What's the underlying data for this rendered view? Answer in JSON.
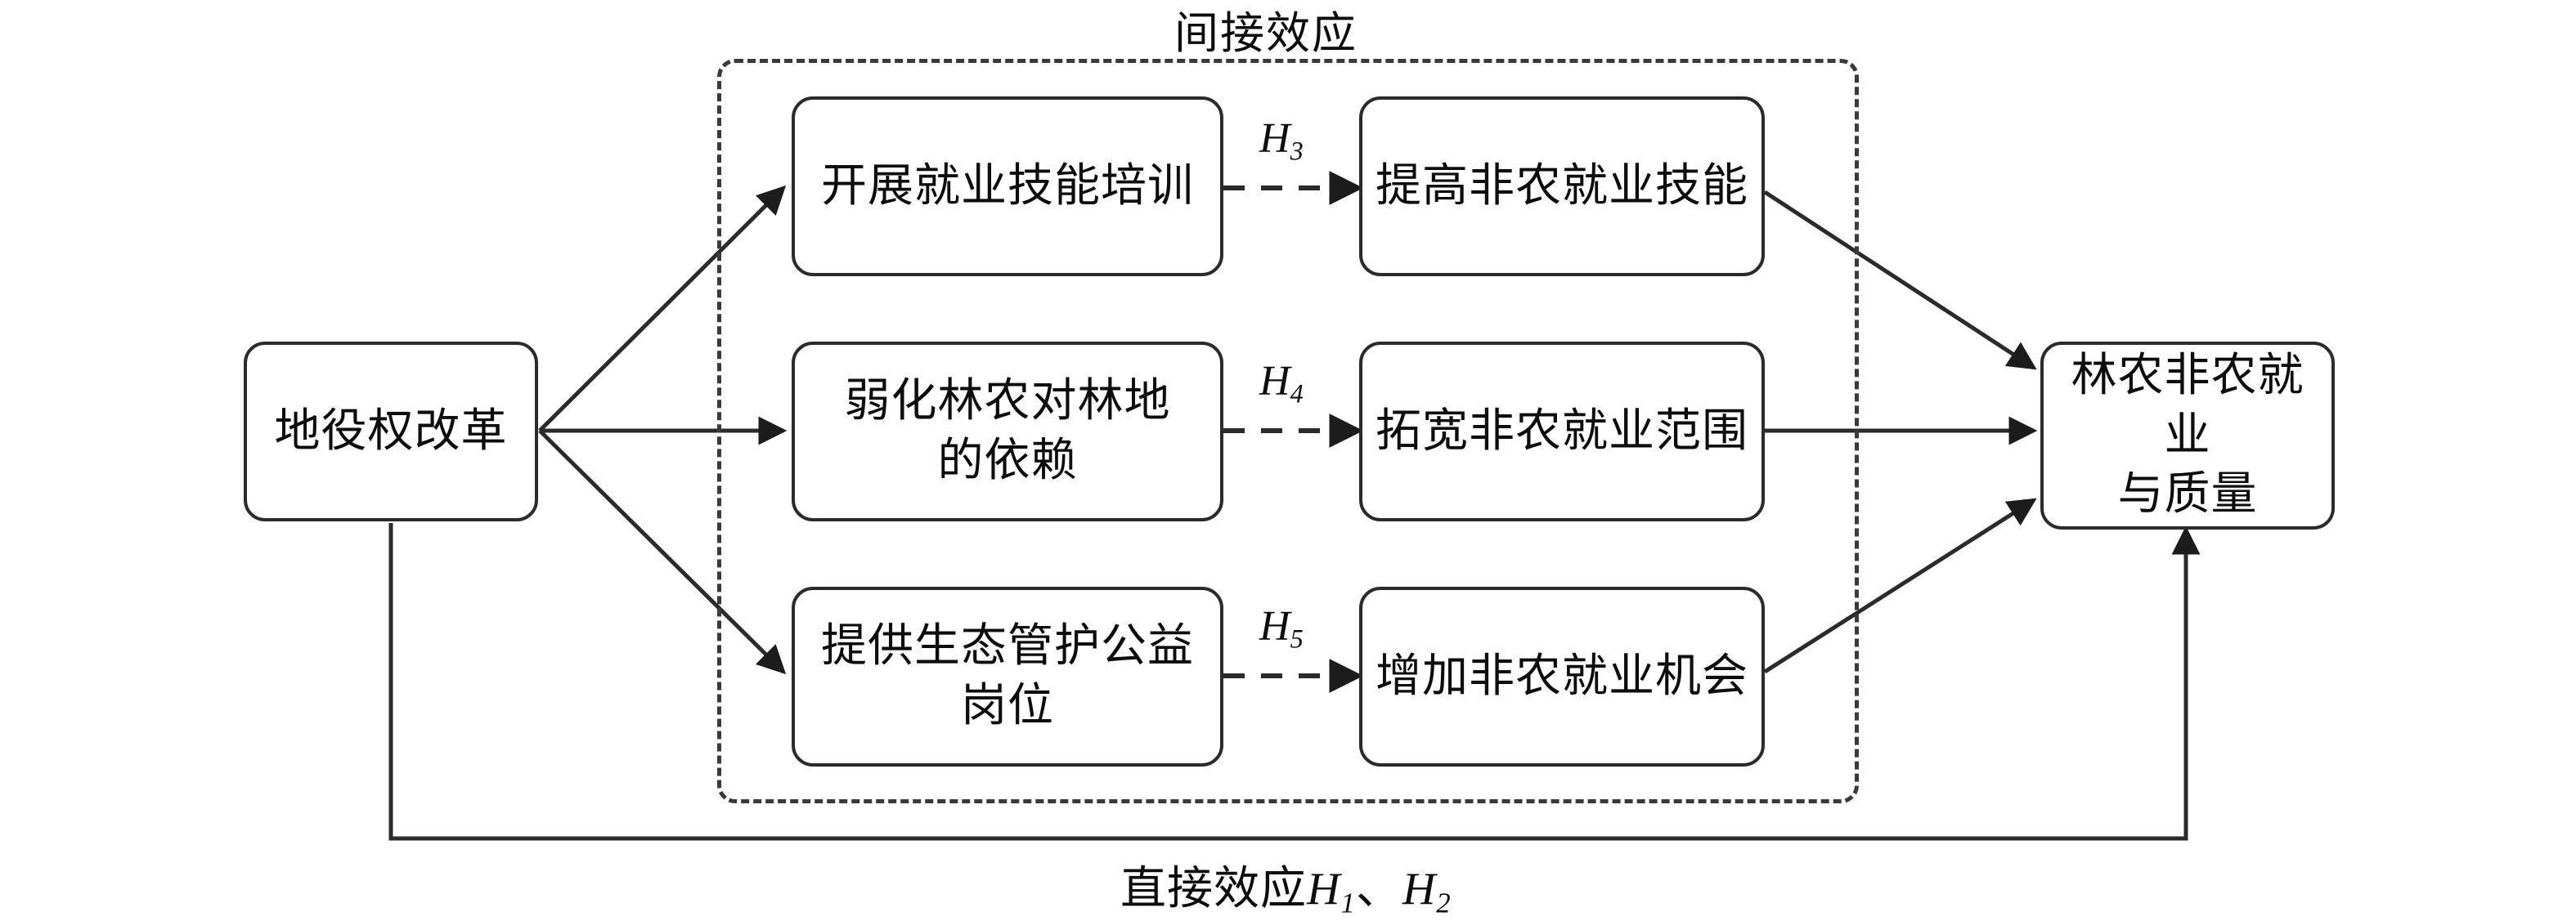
{
  "diagram": {
    "type": "mediation-path-diagram",
    "group_title": "间接效应",
    "caption_prefix": "直接效应",
    "caption_h1": "H",
    "caption_h1_sub": "1",
    "caption_sep": "、",
    "caption_h2": "H",
    "caption_h2_sub": "2",
    "source_node": {
      "id": "source",
      "label": "地役权改革"
    },
    "outcome_node": {
      "id": "outcome",
      "label": "林农非农就业\n与质量"
    },
    "mediator_rows": [
      {
        "id": "row-1",
        "cause": "开展就业技能培训",
        "effect": "提高非农就业技能",
        "hypothesis": "H",
        "hypothesis_sub": "3"
      },
      {
        "id": "row-2",
        "cause": "弱化林农对林地\n的依赖",
        "effect": "拓宽非农就业范围",
        "hypothesis": "H",
        "hypothesis_sub": "4"
      },
      {
        "id": "row-3",
        "cause": "提供生态管护公益\n岗位",
        "effect": "增加非农就业机会",
        "hypothesis": "H",
        "hypothesis_sub": "5"
      }
    ],
    "colors": {
      "stroke": "#2b2b2b",
      "dashed_stroke": "#3a3a3a",
      "text": "#0d0d0d",
      "background": "#ffffff"
    }
  }
}
